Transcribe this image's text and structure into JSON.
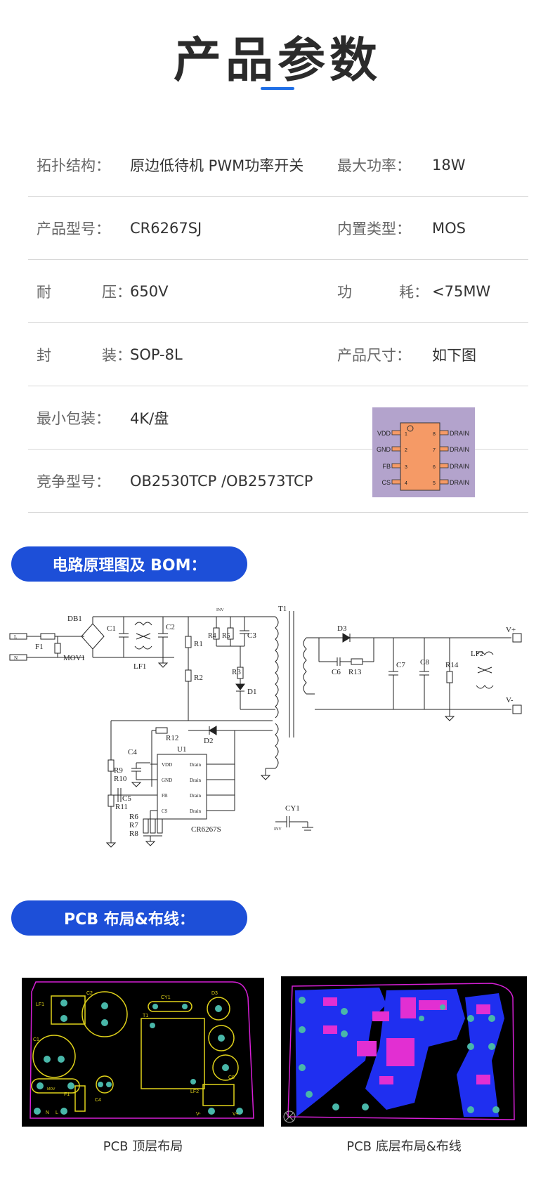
{
  "title": "产品参数",
  "specs": [
    {
      "l1": "拓扑结构：",
      "v1": "原边低待机 PWM功率开关",
      "l2": "最大功率：",
      "v2": "18W"
    },
    {
      "l1": "产品型号：",
      "v1": "CR6267SJ",
      "l2": "内置类型：",
      "v2": "MOS"
    },
    {
      "l1a": "耐",
      "l1b": "压：",
      "v1": "650V",
      "l2a": "功",
      "l2b": "耗：",
      "v2": "<75MW"
    },
    {
      "l1a": "封",
      "l1b": "装：",
      "v1": "SOP-8L",
      "l2": "产品尺寸：",
      "v2": "如下图"
    },
    {
      "l1": "最小包装：",
      "v1": "4K/盘"
    },
    {
      "l1": "竞争型号：",
      "v1": "OB2530TCP /OB2573TCP"
    }
  ],
  "chip": {
    "left_pins": [
      "VDD",
      "GND",
      "FB",
      "CS"
    ],
    "right_pins": [
      "DRAIN",
      "DRAIN",
      "DRAIN",
      "DRAIN"
    ],
    "left_nums": [
      "1",
      "2",
      "3",
      "4"
    ],
    "right_nums": [
      "8",
      "7",
      "6",
      "5"
    ],
    "body_color": "#f59a66",
    "bg_color": "#b3a3cc"
  },
  "section1": "电路原理图及 BOM：",
  "section2": "PCB 布局&布线：",
  "schematic": {
    "labels": {
      "db1": "DB1",
      "c1": "C1",
      "c2": "C2",
      "lf1": "LF1",
      "f1": "F1",
      "mov1": "MOV1",
      "l": "L",
      "n": "N",
      "r1": "R1",
      "r2": "R2",
      "r4": "R4",
      "r5": "R5",
      "c3": "C3",
      "r3": "R3",
      "d1": "D1",
      "inv": "INV",
      "t1": "T1",
      "d3": "D3",
      "c6": "C6",
      "r13": "R13",
      "c7": "C7",
      "c8": "C8",
      "r14": "R14",
      "lf2": "LF2",
      "vp": "V+",
      "vm": "V-",
      "r12": "R12",
      "d2": "D2",
      "c4": "C4",
      "u1": "U1",
      "r9": "R9",
      "r10": "R10",
      "c5": "C5",
      "r11": "R11",
      "r6": "R6",
      "r7": "R7",
      "r8": "R8",
      "cy1": "CY1",
      "ic": "CR6267S",
      "vdd": "VDD",
      "gnd": "GND",
      "fb": "FB",
      "cs": "CS",
      "drain": "Drain"
    }
  },
  "pcb": {
    "top_caption": "PCB 顶层布局",
    "bottom_caption": "PCB 底层布局&布线",
    "top_labels": {
      "lf1": "LF1",
      "c2": "C2",
      "cy1": "CY1",
      "d3": "D3",
      "t1": "T1",
      "c1": "C1",
      "c4": "C4",
      "f1": "F1",
      "mov": "MOV",
      "n": "N",
      "l": "L",
      "lf2": "LF2",
      "c8": "C8",
      "vm": "V-",
      "vp": "V+"
    }
  }
}
